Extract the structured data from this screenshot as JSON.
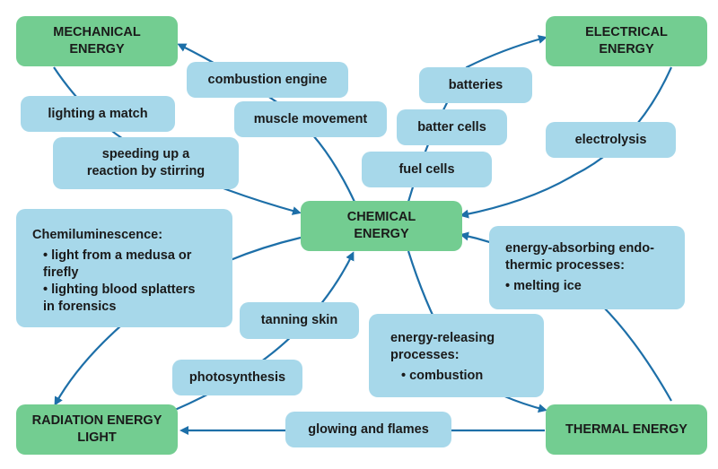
{
  "title": "Energy conversion concept map",
  "colors": {
    "hub_fill": "#73cd91",
    "label_fill": "#a7d8ea",
    "arrow": "#1d6fa8",
    "text": "#1a1a1a"
  },
  "hubs": {
    "mechanical": [
      "MECHANICAL",
      "ENERGY"
    ],
    "electrical": [
      "ELECTRICAL",
      "ENERGY"
    ],
    "chemical": [
      "CHEMICAL",
      "ENERGY"
    ],
    "radiation": [
      "RADIATION ENERGY",
      "LIGHT"
    ],
    "thermal": [
      "THERMAL ENERGY"
    ]
  },
  "labels": {
    "combustion_engine": "combustion engine",
    "muscle_movement": "muscle movement",
    "lighting_match": "lighting a match",
    "stirring": [
      "speeding up a",
      "reaction by stirring"
    ],
    "batteries": "batteries",
    "batter_cells": "batter cells",
    "fuel_cells": "fuel cells",
    "electrolysis": "electrolysis",
    "chemiluminescence": {
      "heading": "Chemiluminescence:",
      "items": [
        "light from a medusa or",
        "firefly",
        "lighting blood splatters",
        "in forensics"
      ]
    },
    "endothermic": {
      "heading": [
        "energy-absorbing endo-",
        "thermic processes:"
      ],
      "items": [
        "melting ice"
      ]
    },
    "exothermic": {
      "heading": [
        "energy-releasing",
        "processes:"
      ],
      "items": [
        "combustion"
      ]
    },
    "tanning_skin": "tanning skin",
    "photosynthesis": "photosynthesis",
    "glowing_flames": "glowing and flames"
  }
}
